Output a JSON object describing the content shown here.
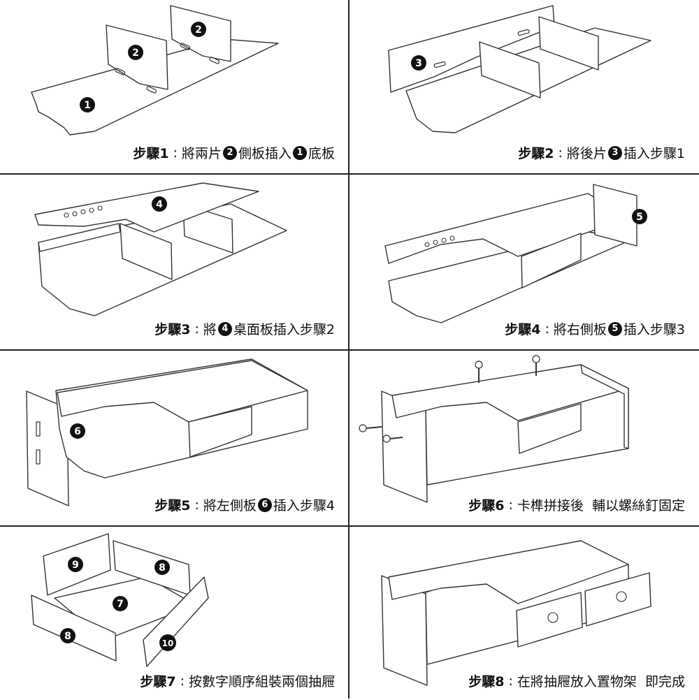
{
  "steps": [
    {
      "step": "步驟1",
      "text_a": "將兩片",
      "badge_a": "2",
      "text_b": "側板插入",
      "badge_b": "1",
      "text_c": "底板"
    },
    {
      "step": "步驟2",
      "text_a": "將後片",
      "badge_a": "3",
      "text_b": "插入步驟1",
      "badge_b": "",
      "text_c": ""
    },
    {
      "step": "步驟3",
      "text_a": "將",
      "badge_a": "4",
      "text_b": "桌面板插入步驟2",
      "badge_b": "",
      "text_c": ""
    },
    {
      "step": "步驟4",
      "text_a": "將右側板",
      "badge_a": "5",
      "text_b": "插入步驟3",
      "badge_b": "",
      "text_c": ""
    },
    {
      "step": "步驟5",
      "text_a": "將左側板",
      "badge_a": "6",
      "text_b": "插入步驟4",
      "badge_b": "",
      "text_c": ""
    },
    {
      "step": "步驟6",
      "text_a": "卡榫拼接後  輔以螺絲釘固定",
      "badge_a": "",
      "text_b": "",
      "badge_b": "",
      "text_c": ""
    },
    {
      "step": "步驟7",
      "text_a": "按數字順序組裝兩個抽屜",
      "badge_a": "",
      "text_b": "",
      "badge_b": "",
      "text_c": ""
    },
    {
      "step": "步驟8",
      "text_a": "在將抽屜放入置物架  即完成",
      "badge_a": "",
      "text_b": "",
      "badge_b": "",
      "text_c": ""
    }
  ],
  "part_numbers": {
    "p1": "1",
    "p2": "2",
    "p3": "3",
    "p4": "4",
    "p5": "5",
    "p6": "6",
    "p7": "7",
    "p8": "8",
    "p9": "9",
    "p10": "10"
  },
  "icons": {
    "part_badge": "black-circle-number",
    "screw": "screw-icon"
  }
}
